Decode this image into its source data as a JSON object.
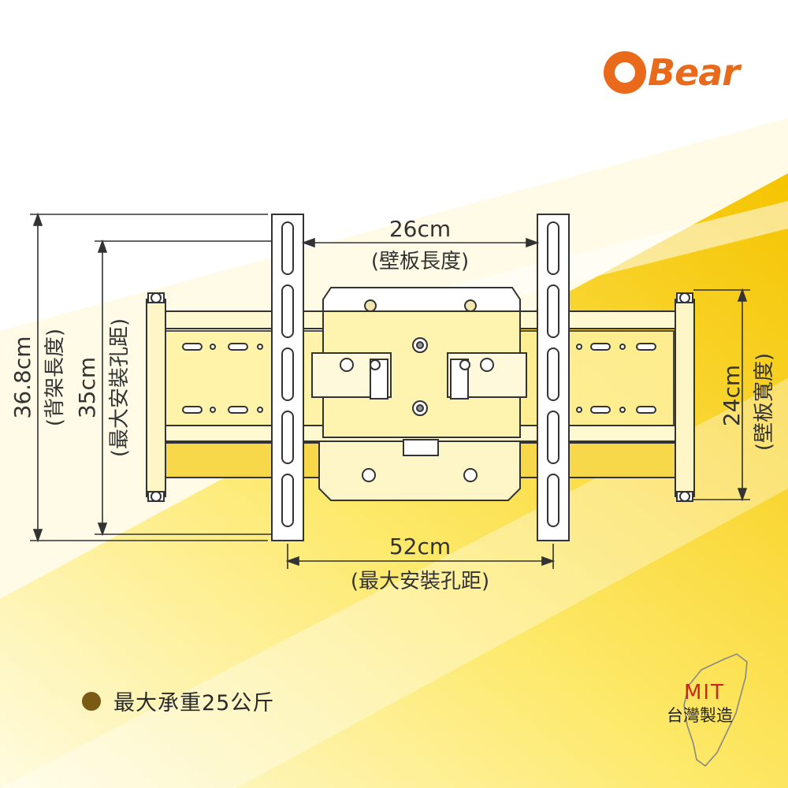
{
  "brand": {
    "name": "Bear"
  },
  "dimensions": {
    "back_length_value": "36.8cm",
    "back_length_label": "(背架長度)",
    "max_install_v_value": "35cm",
    "max_install_v_label": "(最大安裝孔距)",
    "wall_length_value": "26cm",
    "wall_length_label": "(壁板長度)",
    "wall_width_value": "24cm",
    "wall_width_label": "(壁板寬度)",
    "max_install_h_value": "52cm",
    "max_install_h_label": "(最大安裝孔距)"
  },
  "spec": {
    "max_load": "最大承重25公斤"
  },
  "badge": {
    "mit": "MIT",
    "made_in": "台灣製造"
  },
  "colors": {
    "yellow_bright": "#f5c400",
    "yellow_light": "#fdf3b0",
    "logo_orange": "#e86a1a",
    "bullet_brown": "#7a5a14",
    "mit_red": "#c9281c",
    "line_dark": "#333333"
  },
  "icons": [
    "taiwan-map-icon",
    "bear-logo-icon"
  ]
}
